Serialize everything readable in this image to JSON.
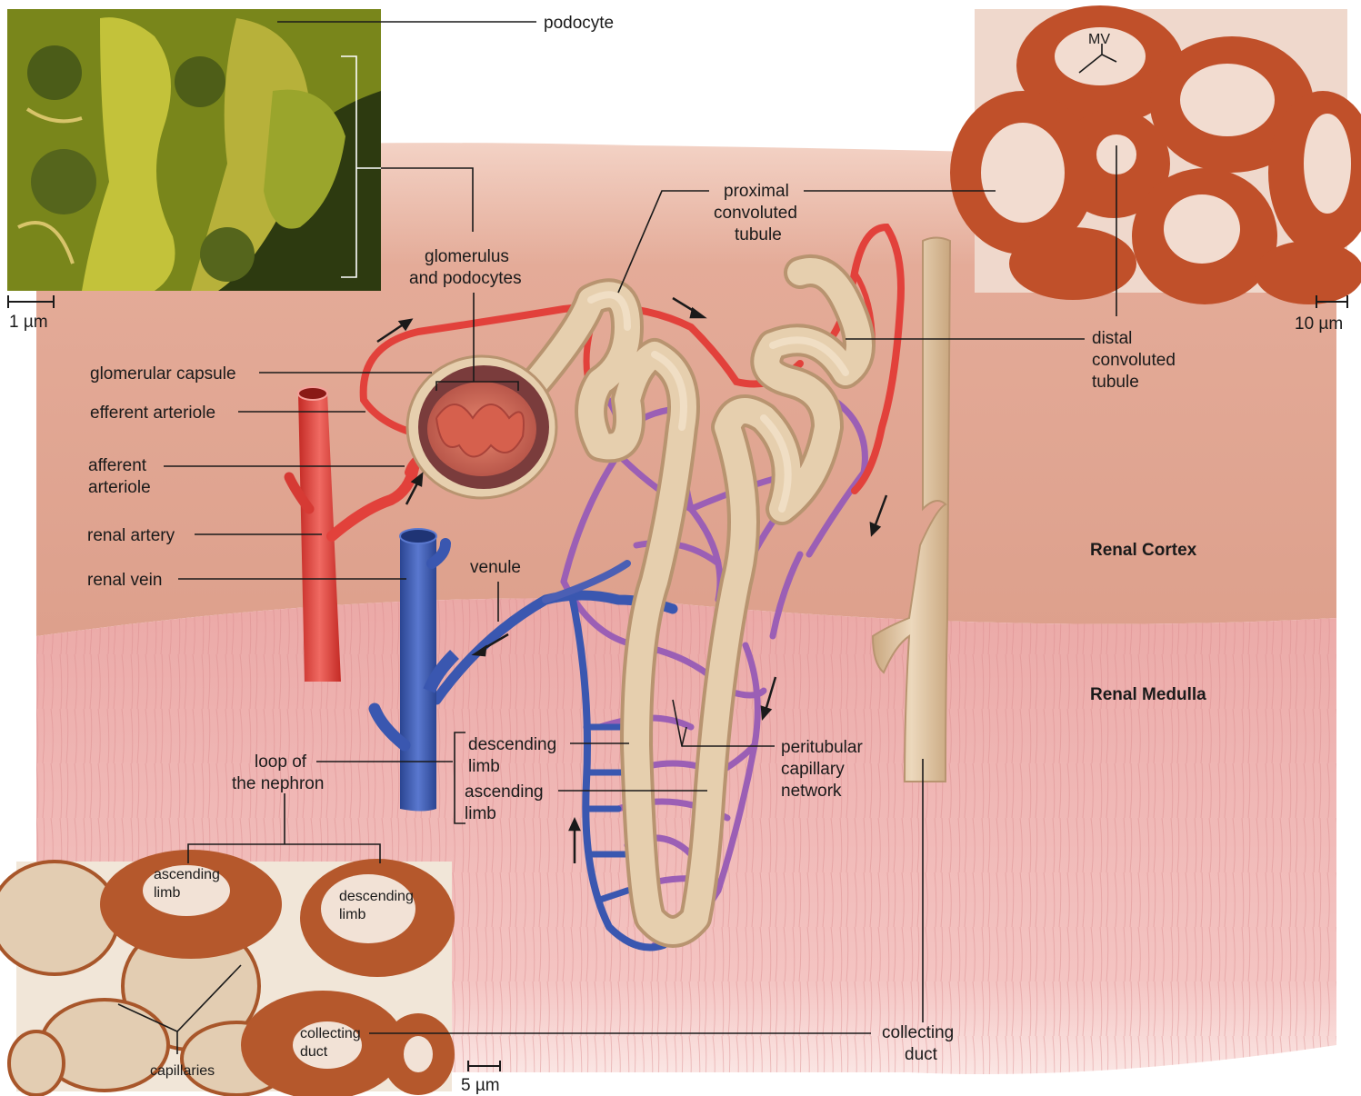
{
  "labels": {
    "podocyte": "podocyte",
    "glomerulus_1": "glomerulus",
    "glomerulus_2": "and podocytes",
    "proximal_1": "proximal",
    "proximal_2": "convoluted",
    "proximal_3": "tubule",
    "distal_1": "distal",
    "distal_2": "convoluted",
    "distal_3": "tubule",
    "glomerular_capsule": "glomerular capsule",
    "efferent_arteriole": "efferent arteriole",
    "afferent_1": "afferent",
    "afferent_2": "arteriole",
    "renal_artery": "renal artery",
    "renal_vein": "renal vein",
    "venule": "venule",
    "renal_cortex": "Renal Cortex",
    "renal_medulla": "Renal Medulla",
    "loop_1": "loop of",
    "loop_2": "the nephron",
    "descending_1": "descending",
    "descending_2": "limb",
    "ascending_1": "ascending",
    "ascending_2": "limb",
    "peritubular_1": "peritubular",
    "peritubular_2": "capillary",
    "peritubular_3": "network",
    "collecting_1": "collecting",
    "collecting_2": "duct"
  },
  "micrographs": {
    "sem": {
      "scale": "1 µm"
    },
    "dct": {
      "mv": "MV",
      "scale": "10 µm"
    },
    "loop": {
      "ascending_1": "ascending",
      "ascending_2": "limb",
      "descending_1": "descending",
      "descending_2": "limb",
      "collecting_1": "collecting",
      "collecting_2": "duct",
      "capillaries": "capillaries",
      "scale": "5 µm"
    }
  },
  "colors": {
    "cortex": "#e3a895",
    "medulla": "#efb3b3",
    "artery": "#e2413b",
    "vein": "#3a57b0",
    "capillary": "#9b5fb5",
    "tubule": "#dcc3a0"
  }
}
